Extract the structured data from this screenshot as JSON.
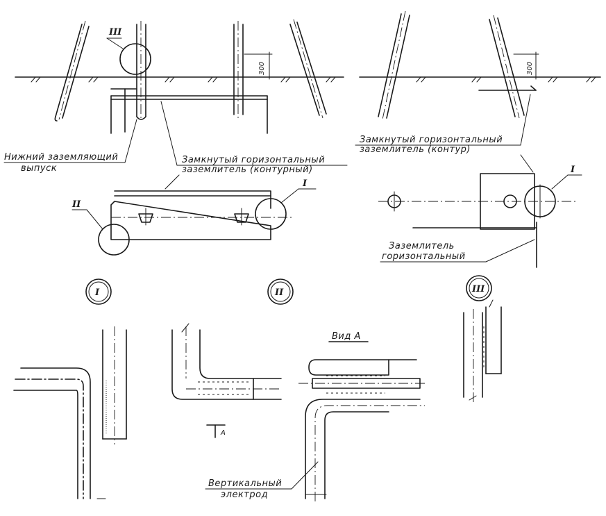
{
  "callouts": {
    "marker_1": "I",
    "marker_2": "II",
    "marker_3": "III"
  },
  "labels": {
    "lower_ground_outlet": [
      "Нижний заземляющий",
      "выпуск"
    ],
    "closed_horizontal_contour_left": [
      "Замкнутый горизонтальный",
      "заземлитель (контурный)"
    ],
    "closed_horizontal_contour_right": [
      "Замкнутый горизонтальный",
      "заземлитель (контур)"
    ],
    "horizontal_grounding": [
      "Заземлитель",
      "горизонтальный"
    ],
    "vertical_electrode": [
      "Вертикальный",
      "электрод"
    ],
    "view_a": "Вид А",
    "view_marker": "А"
  },
  "dimensions": {
    "depth_left": "300",
    "depth_right": "300"
  }
}
